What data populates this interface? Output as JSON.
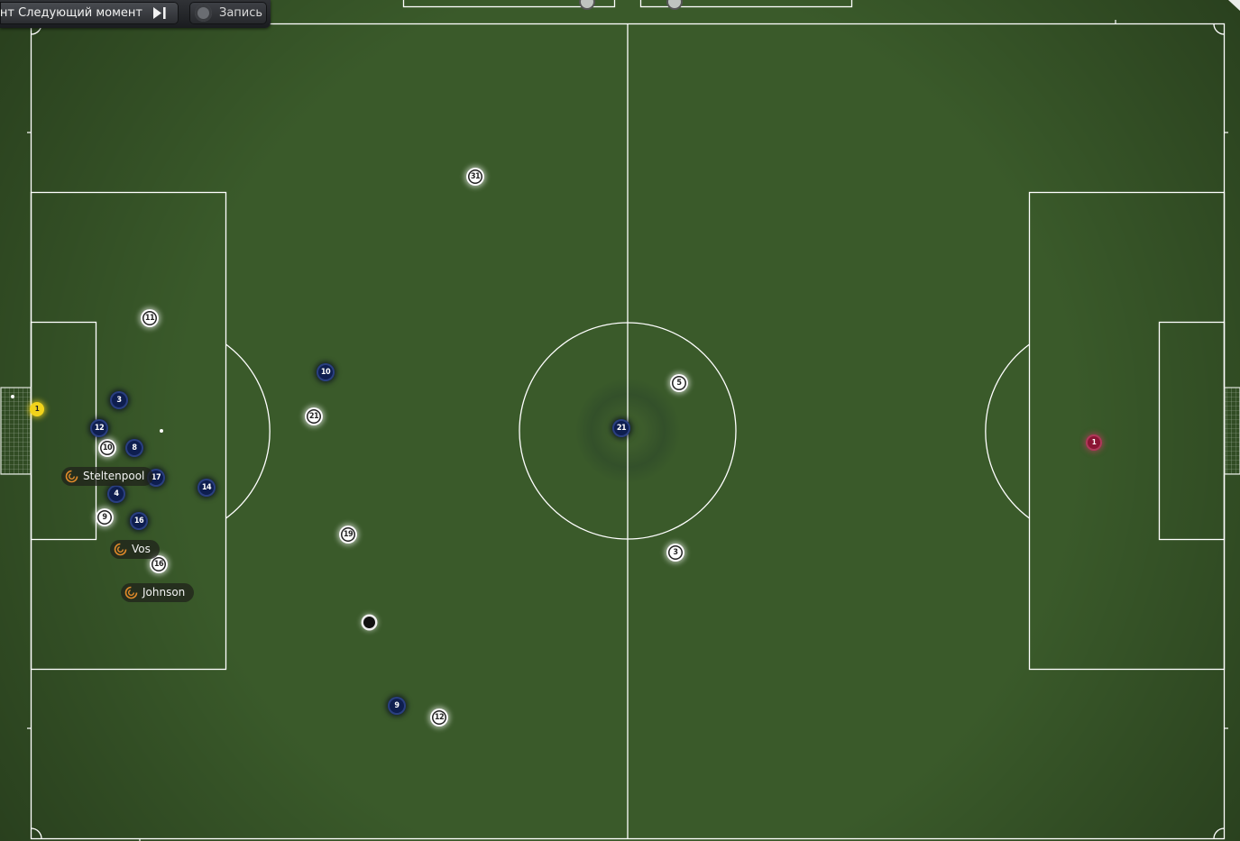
{
  "toolbar": {
    "next_moment_label": "ент Следующий момент",
    "next_icon": "play-next-icon",
    "record_label": "Запись",
    "record_icon": "record-icon"
  },
  "colors": {
    "pitch_dark": "#2d4620",
    "pitch_light": "#3b5a2b",
    "lines": "#ffffff",
    "home_team": "#0e1e4f",
    "away_team": "#ffffff",
    "home_keeper": "#f2d31b",
    "away_keeper": "#8a1534",
    "name_tag_icon": "#e08a2a"
  },
  "players": {
    "white_31": "31",
    "white_11": "11",
    "white_21": "21",
    "white_10": "10",
    "white_9": "9",
    "white_16": "16",
    "white_19": "19",
    "white_12": "12",
    "white_5": "5",
    "white_3": "3",
    "blue_3": "3",
    "blue_12": "12",
    "blue_8": "8",
    "blue_17": "17",
    "blue_4": "4",
    "blue_16": "16",
    "blue_14": "14",
    "blue_10": "10",
    "blue_9": "9",
    "blue_21": "21",
    "keeper_yellow_1": "1",
    "keeper_red_1": "1"
  },
  "name_tags": {
    "steltenpool": "Steltenpool",
    "vos": "Vos",
    "johnson": "Johnson"
  }
}
